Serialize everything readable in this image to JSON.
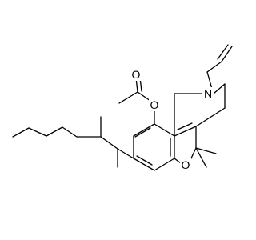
{
  "diagram": {
    "type": "chemical-structure",
    "atoms": {
      "carbonyl_oxygen": "O",
      "ester_oxygen": "O",
      "amine_nitrogen": "N",
      "ring_oxygen": "O"
    },
    "colors": {
      "bond": "#000000",
      "background": "#ffffff"
    }
  }
}
